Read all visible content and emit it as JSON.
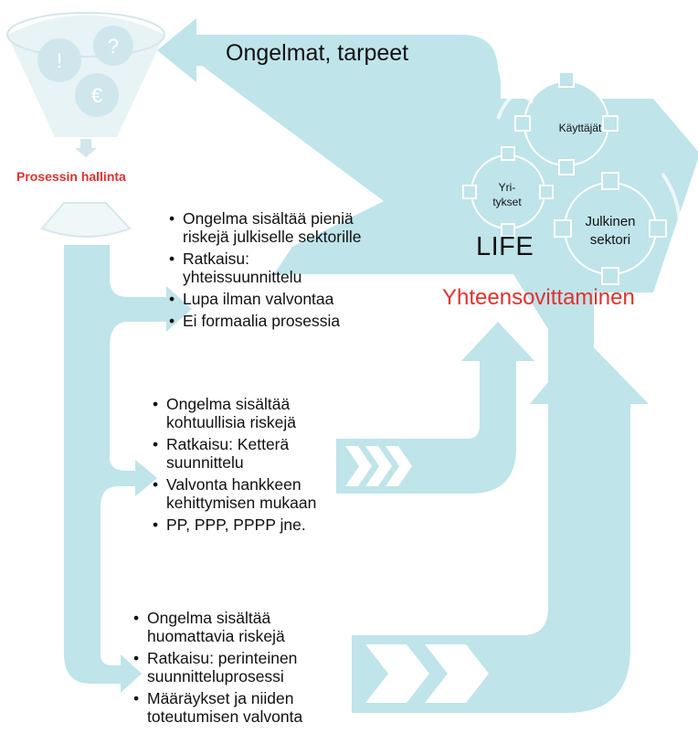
{
  "diagram": {
    "top_arrow_label": "Ongelmat, tarpeet",
    "process_label": "Prosessin hallinta",
    "funnel_icons": [
      "!",
      "?",
      "€"
    ],
    "gears": {
      "top": "Käyttäjät",
      "left": "Yri-\ntykset",
      "right": "Julkinen\nsektori"
    },
    "center_label": "LIFE",
    "outcome_label": "Yhteensovittaminen",
    "levels": [
      {
        "risk": "low",
        "items": [
          "Ongelma sisältää pieniä\nriskejä julkiselle sektorille",
          "Ratkaisu:\nyhteissuunnittelu",
          "Lupa ilman valvontaa",
          "Ei formaalia prosessia"
        ]
      },
      {
        "risk": "medium",
        "items": [
          "Ongelma sisältää\nkohtuullisia riskejä",
          "Ratkaisu: Ketterä\nsuunnittelu",
          "Valvonta hankkeen\nkehittymisen mukaan",
          "PP, PPP, PPPP jne."
        ]
      },
      {
        "risk": "high",
        "items": [
          "Ongelma sisältää\nhuomattavia riskejä",
          "Ratkaisu: perinteinen\nsuunnitteluprosessi",
          "Määräykset ja niiden\ntoteutumisen valvonta"
        ]
      }
    ],
    "colors": {
      "arrow": "#bfe4ea",
      "chevron": "#ffffff",
      "gear": "#bfe4ea",
      "accent_red": "#e0312d",
      "text": "#111111"
    }
  }
}
